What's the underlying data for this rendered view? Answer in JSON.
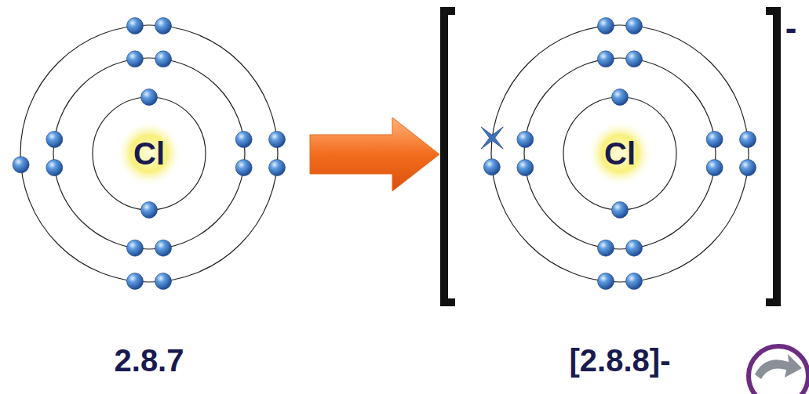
{
  "diagram": {
    "nodes": [
      {
        "text": [
          "Cl"
        ]
      },
      {
        "text": [
          "Cl"
        ]
      }
    ],
    "labels": [
      "2.8.7",
      "[2.8.8]-",
      "-"
    ]
  }
}
